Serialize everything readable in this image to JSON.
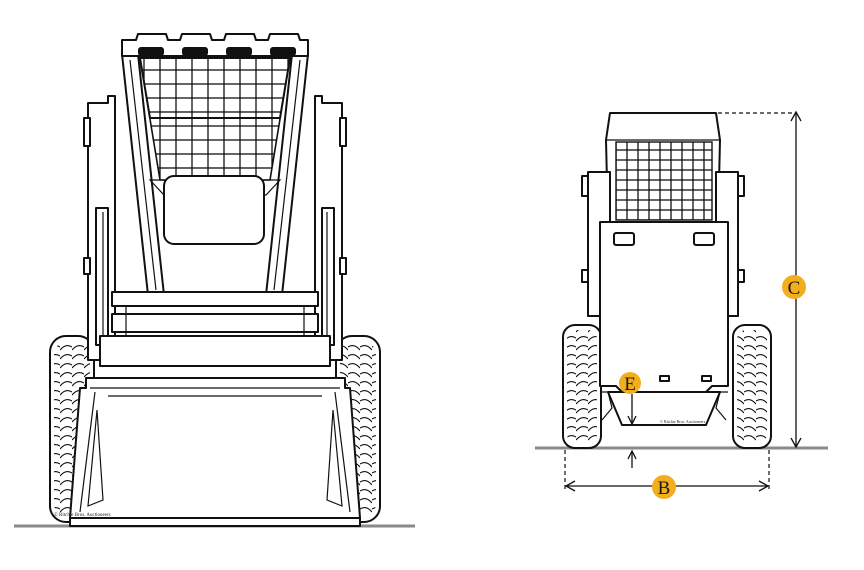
{
  "diagram": {
    "copyright_front": "© Ritchie Bros. Auctioneers",
    "copyright_rear": "© Ritchie Bros. Auctioneers",
    "badge_color": "#f2ae1c",
    "dimensions": [
      {
        "id": "C",
        "label": "C"
      },
      {
        "id": "E",
        "label": "E"
      },
      {
        "id": "B",
        "label": "B"
      }
    ]
  }
}
